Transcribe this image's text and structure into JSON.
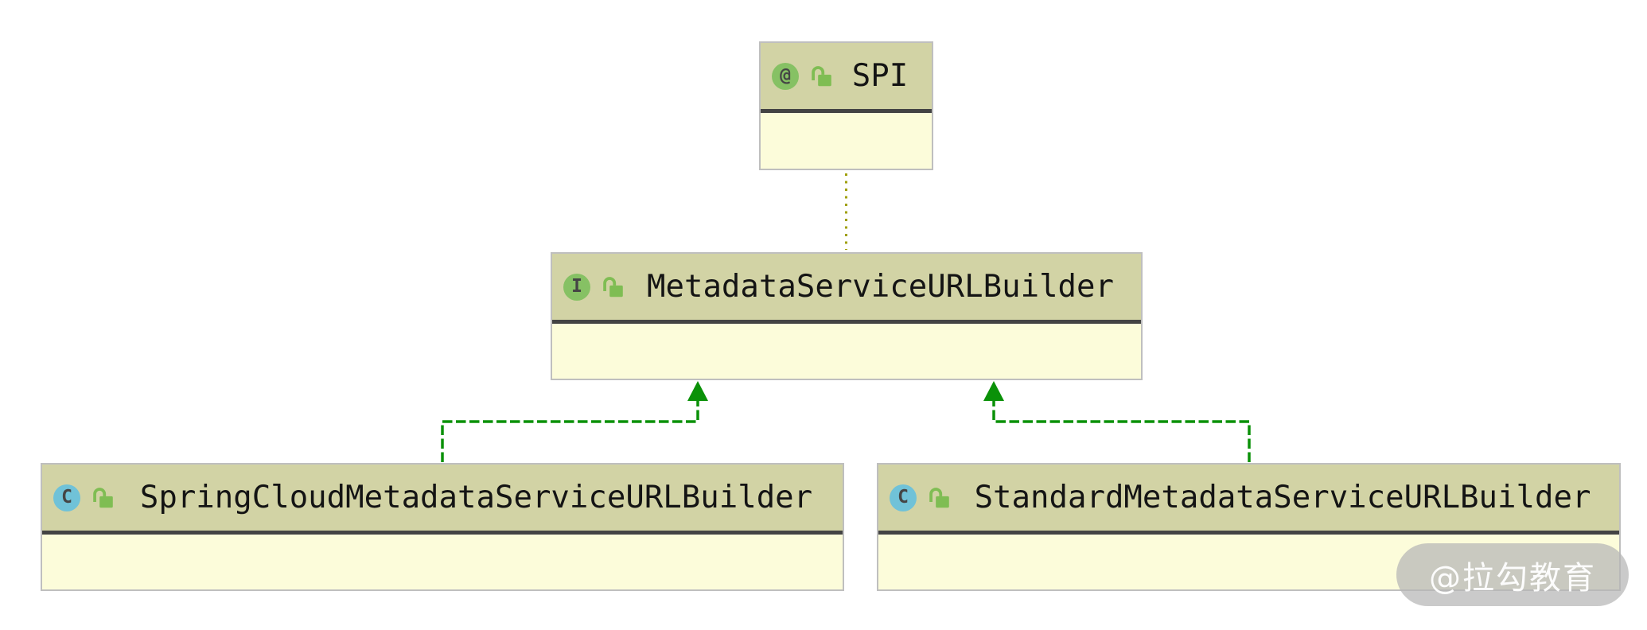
{
  "diagram": {
    "type": "uml-class-diagram",
    "nodes": [
      {
        "name": "SPI",
        "kind": "annotation",
        "badge": "@",
        "visibility": "public"
      },
      {
        "name": "MetadataServiceURLBuilder",
        "kind": "interface",
        "badge": "I",
        "visibility": "public"
      },
      {
        "name": "SpringCloudMetadataServiceURLBuilder",
        "kind": "class",
        "badge": "C",
        "visibility": "public"
      },
      {
        "name": "StandardMetadataServiceURLBuilder",
        "kind": "class",
        "badge": "C",
        "visibility": "public"
      }
    ],
    "edges": [
      {
        "from": "MetadataServiceURLBuilder",
        "to": "SPI",
        "style": "dotted",
        "meaning": "annotated-with"
      },
      {
        "from": "SpringCloudMetadataServiceURLBuilder",
        "to": "MetadataServiceURLBuilder",
        "style": "dashed-arrow",
        "meaning": "implements"
      },
      {
        "from": "StandardMetadataServiceURLBuilder",
        "to": "MetadataServiceURLBuilder",
        "style": "dashed-arrow",
        "meaning": "implements"
      }
    ],
    "colors": {
      "node_header_bg": "#d2d3a5",
      "node_body_bg": "#fcfcda",
      "node_border": "#bfbfbf",
      "node_divider": "#434343",
      "annotation_badge_bg": "#86c164",
      "interface_badge_bg": "#86c164",
      "class_badge_bg": "#70c2d8",
      "badge_letter": "#454545",
      "lock_icon_green": "#7fbd53",
      "implements_edge_green": "#0a9108",
      "annotation_edge_olive": "#a0a00a"
    }
  },
  "watermark": {
    "text": "@拉勾教育"
  }
}
